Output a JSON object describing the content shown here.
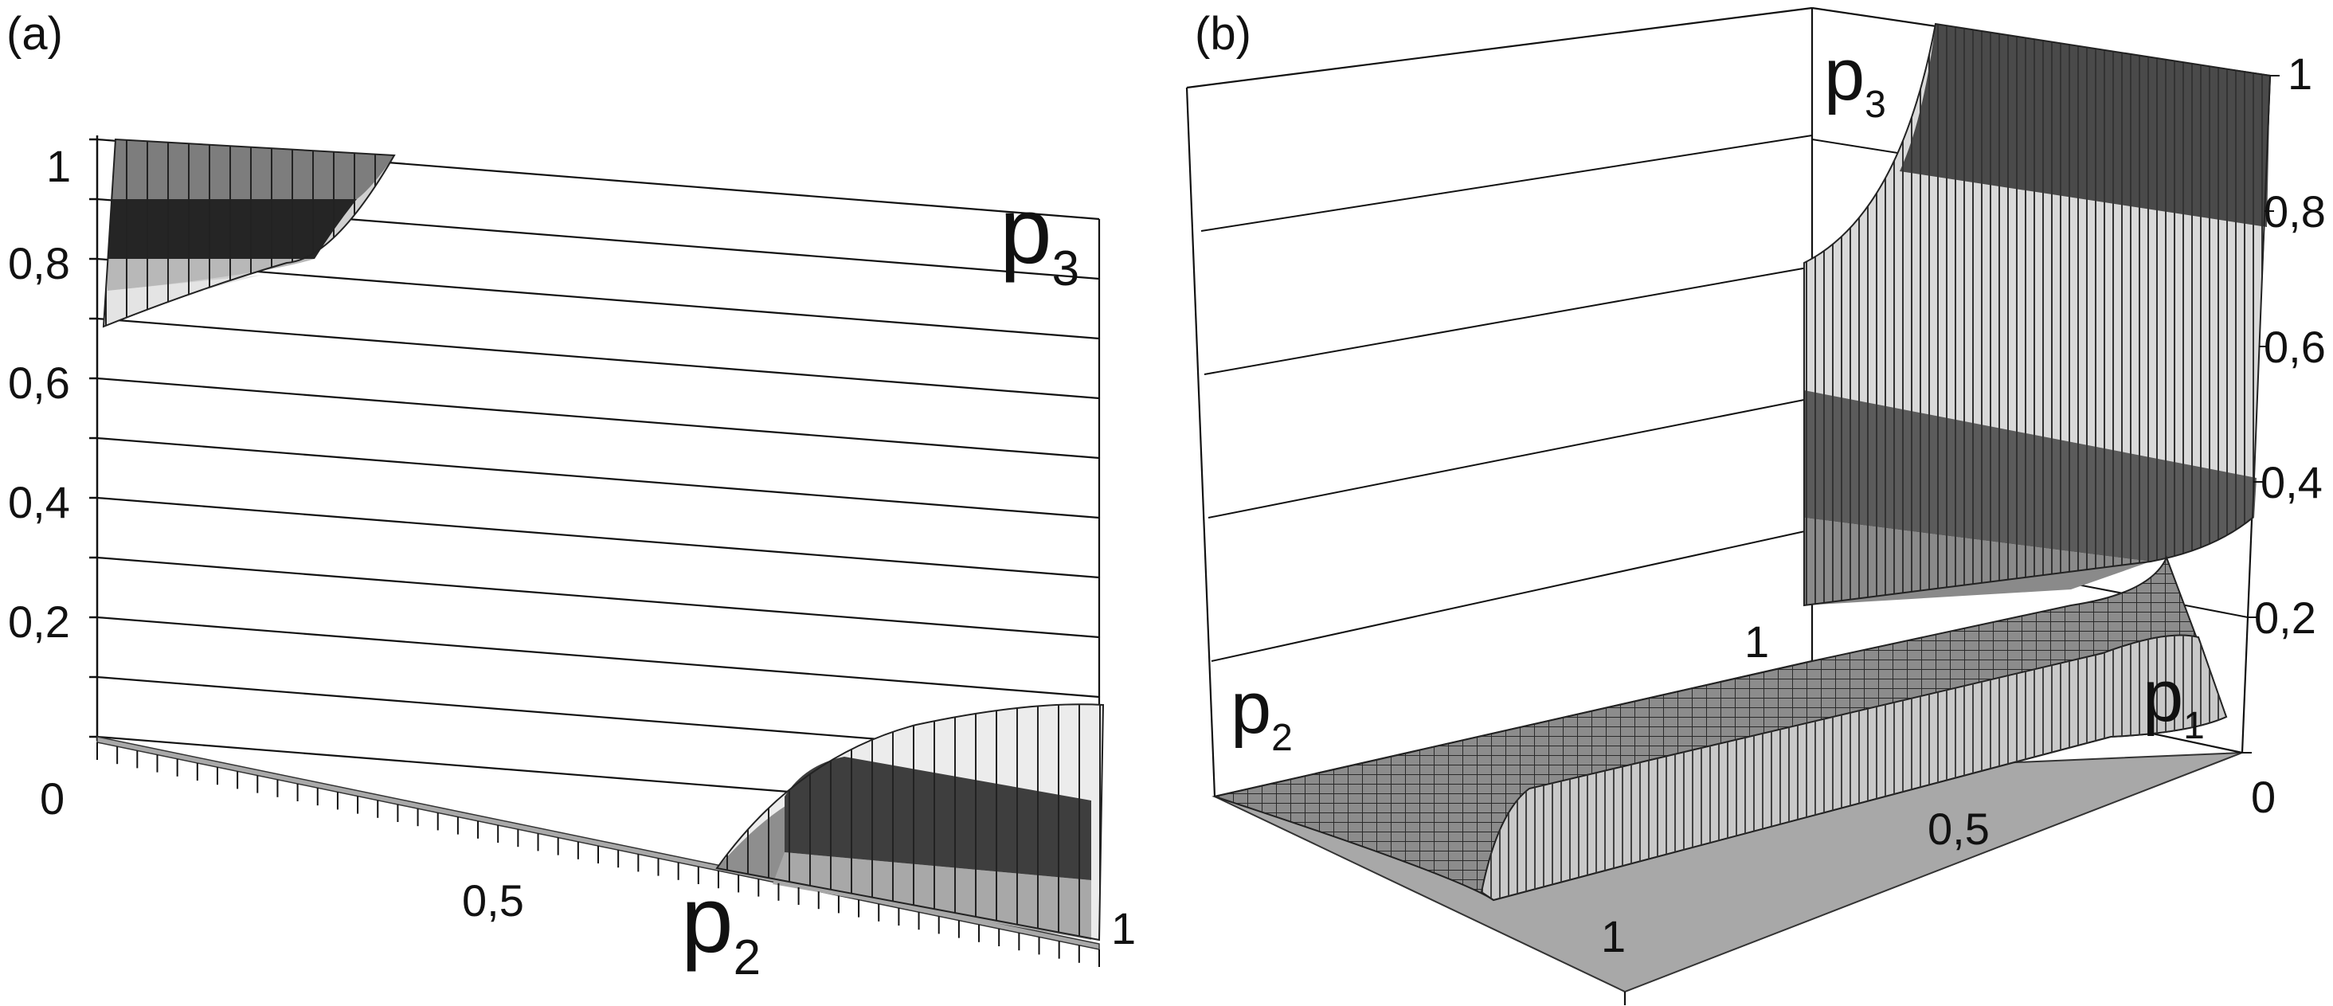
{
  "chart_data": [
    {
      "panel_label": "(a)",
      "type": "surface",
      "view": "p3 vs p2 (side view)",
      "x_axis": {
        "name": "p",
        "subscript": "2",
        "range": [
          0,
          1
        ],
        "tick_labels": [
          "0,5",
          "1"
        ]
      },
      "y_axis": {
        "name": "p",
        "subscript": "3",
        "range": [
          0,
          1
        ],
        "tick_labels": [
          "0",
          "0,2",
          "0,4",
          "0,6",
          "0,8",
          "1"
        ]
      },
      "regions": [
        {
          "location": "top-left",
          "p2_range": [
            0,
            0.27
          ],
          "p3_range": [
            0.68,
            1.0
          ]
        },
        {
          "location": "bottom-right",
          "p2_range": [
            0.6,
            1.0
          ],
          "p3_range": [
            0,
            0.3
          ]
        }
      ],
      "gridlines": true,
      "colors": {
        "dark": "#2f2f2f",
        "mid": "#7a7a7a",
        "light": "#c8c8c8",
        "floor": "#a9a9a9"
      }
    },
    {
      "panel_label": "(b)",
      "type": "surface",
      "view": "3D",
      "x_axis": {
        "name": "p",
        "subscript": "1",
        "range": [
          0,
          1
        ],
        "tick_labels": [
          "0,5",
          "1"
        ]
      },
      "y_axis": {
        "name": "p",
        "subscript": "2",
        "range": [
          0,
          1
        ],
        "tick_labels": [
          "1"
        ]
      },
      "z_axis": {
        "name": "p",
        "subscript": "3",
        "range": [
          0,
          1
        ],
        "tick_labels": [
          "0",
          "0,2",
          "0,4",
          "0,6",
          "0,8",
          "1"
        ]
      },
      "gridlines": true,
      "colors": {
        "dark": "#4a4a4a",
        "mid": "#8a8a8a",
        "light": "#d9d9d9",
        "floor": "#a8a8a8"
      }
    }
  ]
}
